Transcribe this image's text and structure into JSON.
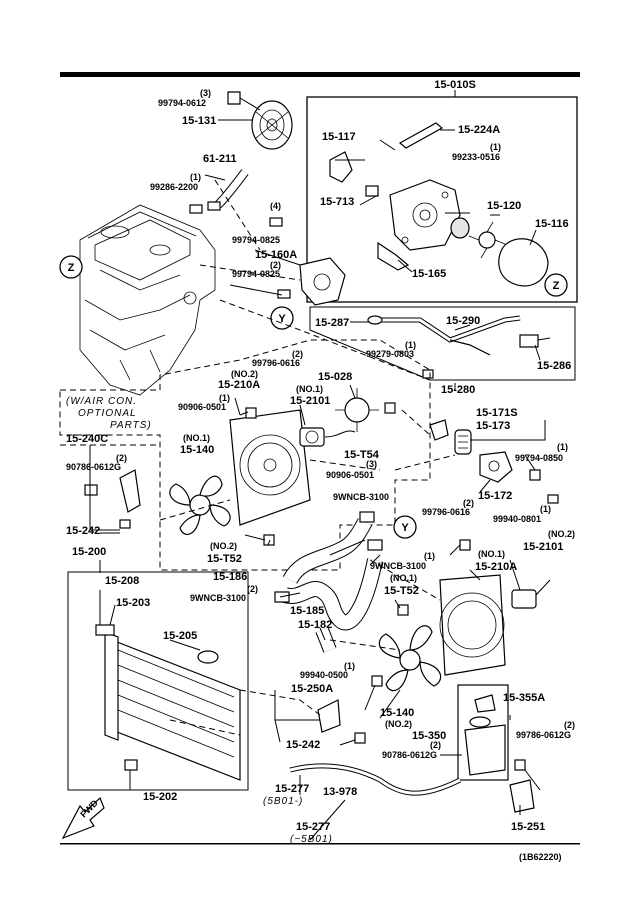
{
  "labels": {
    "p15_010S": "15-010S",
    "p15_131": "15-131",
    "p15_131_qty": "(3)",
    "p15_131_bolt": "99794-0612",
    "p61_211": "61-211",
    "p61_211_qty": "(1)",
    "p61_211_clamp": "99286-2200",
    "p15_117": "15-117",
    "p15_224A": "15-224A",
    "p99233_qty": "(1)",
    "p99233": "99233-0516",
    "p15_713": "15-713",
    "p15_120": "15-120",
    "p15_116": "15-116",
    "p15_165": "15-165",
    "p99794_0825_qty4": "(4)",
    "p99794_0825_a": "99794-0825",
    "p15_160A": "15-160A",
    "p99794_0825_qty2": "(2)",
    "p99794_0825_b": "99794-0825",
    "p15_287": "15-287",
    "p15_290": "15-290",
    "p99279_qty": "(1)",
    "p99279": "99279-0803",
    "p15_286": "15-286",
    "p15_280": "15-280",
    "aircon_l1": "(W/AIR CON.",
    "aircon_l2": "OPTIONAL",
    "aircon_l3": "PARTS)",
    "p99796_0616_qty_a": "(2)",
    "p99796_0616_a": "99796-0616",
    "p15_028": "15-028",
    "no2_a": "(NO.2)",
    "p15_210A_a": "15-210A",
    "no1_a": "(NO.1)",
    "p15_2101_a": "15-2101",
    "p90906_qty_a": "(1)",
    "p90906_a": "90906-0501",
    "no1_b": "(NO.1)",
    "p15_140_a": "15-140",
    "p15_T54": "15-T54",
    "p90906_qty_b": "(3)",
    "p90906_b": "90906-0501",
    "p15_240C": "15-240C",
    "p90786_qty_a": "(2)",
    "p90786_a": "90786-0612G",
    "p15_242_a": "15-242",
    "no2_b": "(NO.2)",
    "p15_T52_a": "15-T52",
    "p9WNCB_a": "9WNCB-3100",
    "p15_171S": "15-171S",
    "p15_173": "15-173",
    "p99794_0850_qty": "(1)",
    "p99794_0850": "99794-0850",
    "p15_172": "15-172",
    "p99940_0801_qty": "(1)",
    "p99940_0801": "99940-0801",
    "p99796_0616_qty_b": "(2)",
    "p99796_0616_b": "99796-0616",
    "no2_c": "(NO.2)",
    "p15_2101_b": "15-2101",
    "p15_200": "15-200",
    "p15_208": "15-208",
    "p15_203": "15-203",
    "p15_186": "15-186",
    "p9WNCB_qty_b": "(2)",
    "p9WNCB_b": "9WNCB-3100",
    "p9WNCB_qty_c": "(1)",
    "p9WNCB_c": "9WNCB-3100",
    "no1_c": "(NO.1)",
    "p15_210A_b": "15-210A",
    "no1_d": "(NO.1)",
    "p15_T52_b": "15-T52",
    "p15_185": "15-185",
    "p15_182": "15-182",
    "p15_205": "15-205",
    "p99940_0500_qty": "(1)",
    "p99940_0500": "99940-0500",
    "p15_250A": "15-250A",
    "p15_355A": "15-355A",
    "p15_140_b": "15-140",
    "no2_d": "(NO.2)",
    "p15_350": "15-350",
    "p15_242_b": "15-242",
    "p90786_qty_b": "(2)",
    "p90786_b": "90786-0612G",
    "p99786_qty": "(2)",
    "p99786": "99786-0612G",
    "p15_202": "15-202",
    "p15_277_a": "15-277",
    "p5B01_a": "(5B01-)",
    "p13_978": "13-978",
    "p15_277_b": "15-277",
    "p5B01_b": "(−5B01)",
    "p15_251": "15-251",
    "fwd": "FWD",
    "ref_code": "(1B62220)",
    "callout_z": "Z",
    "callout_y": "Y"
  }
}
